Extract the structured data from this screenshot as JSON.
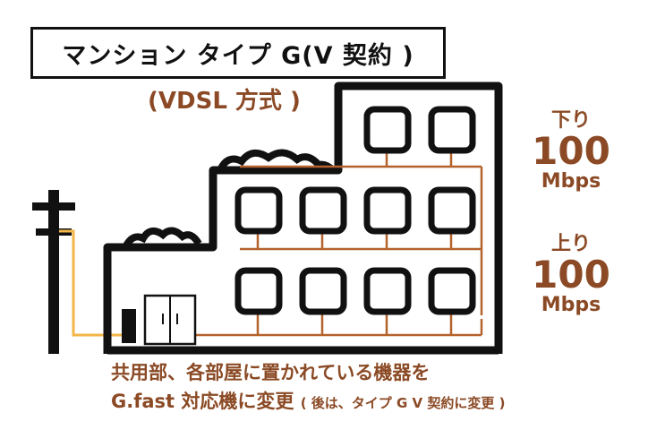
{
  "title": "マンション タイプ G(V 契約 )",
  "method": "(VDSL 方式 )",
  "download": {
    "label": "下り",
    "value": "100",
    "unit": "Mbps"
  },
  "upload": {
    "label": "上り",
    "value": "100",
    "unit": "Mbps"
  },
  "footer": {
    "line1": "共用部、各部屋に置かれている機器を",
    "line2_main": "G.fast 対応機に変更",
    "line2_note": "( 後は、タイプ G V 契約に変更 )"
  },
  "colors": {
    "accent": "#8b4a25",
    "line": "#b5622c",
    "cable": "#f2b64a",
    "ink": "#111111"
  }
}
